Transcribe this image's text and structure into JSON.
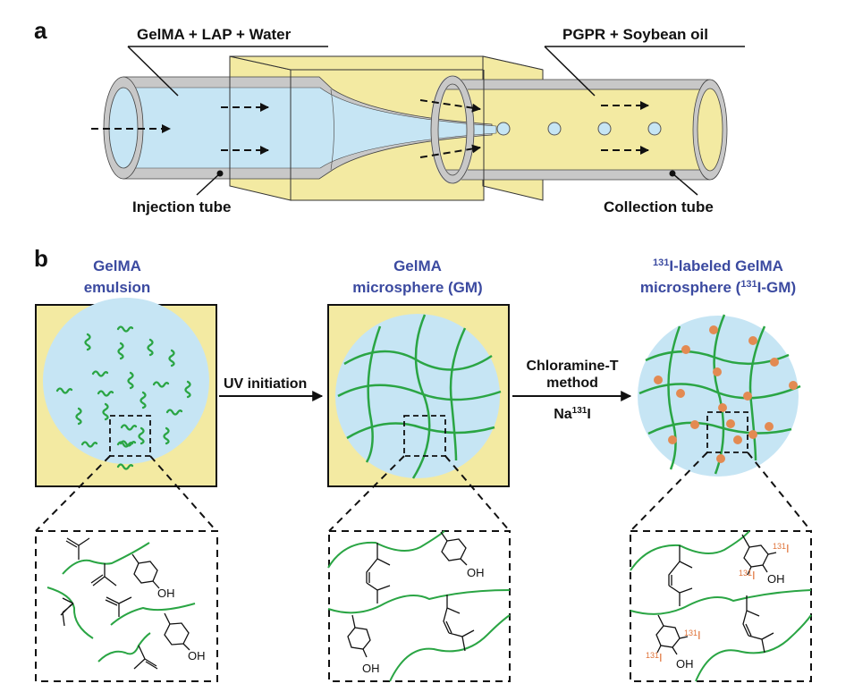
{
  "panels": {
    "a": {
      "letter": "a",
      "labels": {
        "aqueous_phase": "GelMA + LAP + Water",
        "oil_phase": "PGPR + Soybean oil",
        "injection_tube": "Injection tube",
        "collection_tube": "Collection tube"
      }
    },
    "b": {
      "letter": "b",
      "stages": [
        {
          "title_line1": "GelMA",
          "title_line2": "emulsion"
        },
        {
          "title_line1": "GelMA",
          "title_line2": "microsphere (GM)"
        },
        {
          "title_line1_sup": "131",
          "title_line1_rest": "I-labeled GelMA",
          "title_line2_pre": "microsphere  (",
          "title_line2_sup": "131",
          "title_line2_post": "I-GM)"
        }
      ],
      "arrows": [
        {
          "label": "UV initiation"
        },
        {
          "label_line1": "Chloramine-T",
          "label_line2": "method",
          "reagent_pre": "Na",
          "reagent_sup": "131",
          "reagent_post": "I"
        }
      ],
      "chem_labels": {
        "hydroxyl": "OH",
        "isotope_sup": "131",
        "isotope_symbol": "I"
      }
    }
  },
  "colors": {
    "aqueous": "#c6e5f4",
    "oil": "#f3eaa2",
    "tube_wall": "#c8c8c8",
    "polymer": "#2aa544",
    "iodine": "#e38a52",
    "title_blue": "#3b4aa0",
    "isotope_text": "#e0743a"
  }
}
